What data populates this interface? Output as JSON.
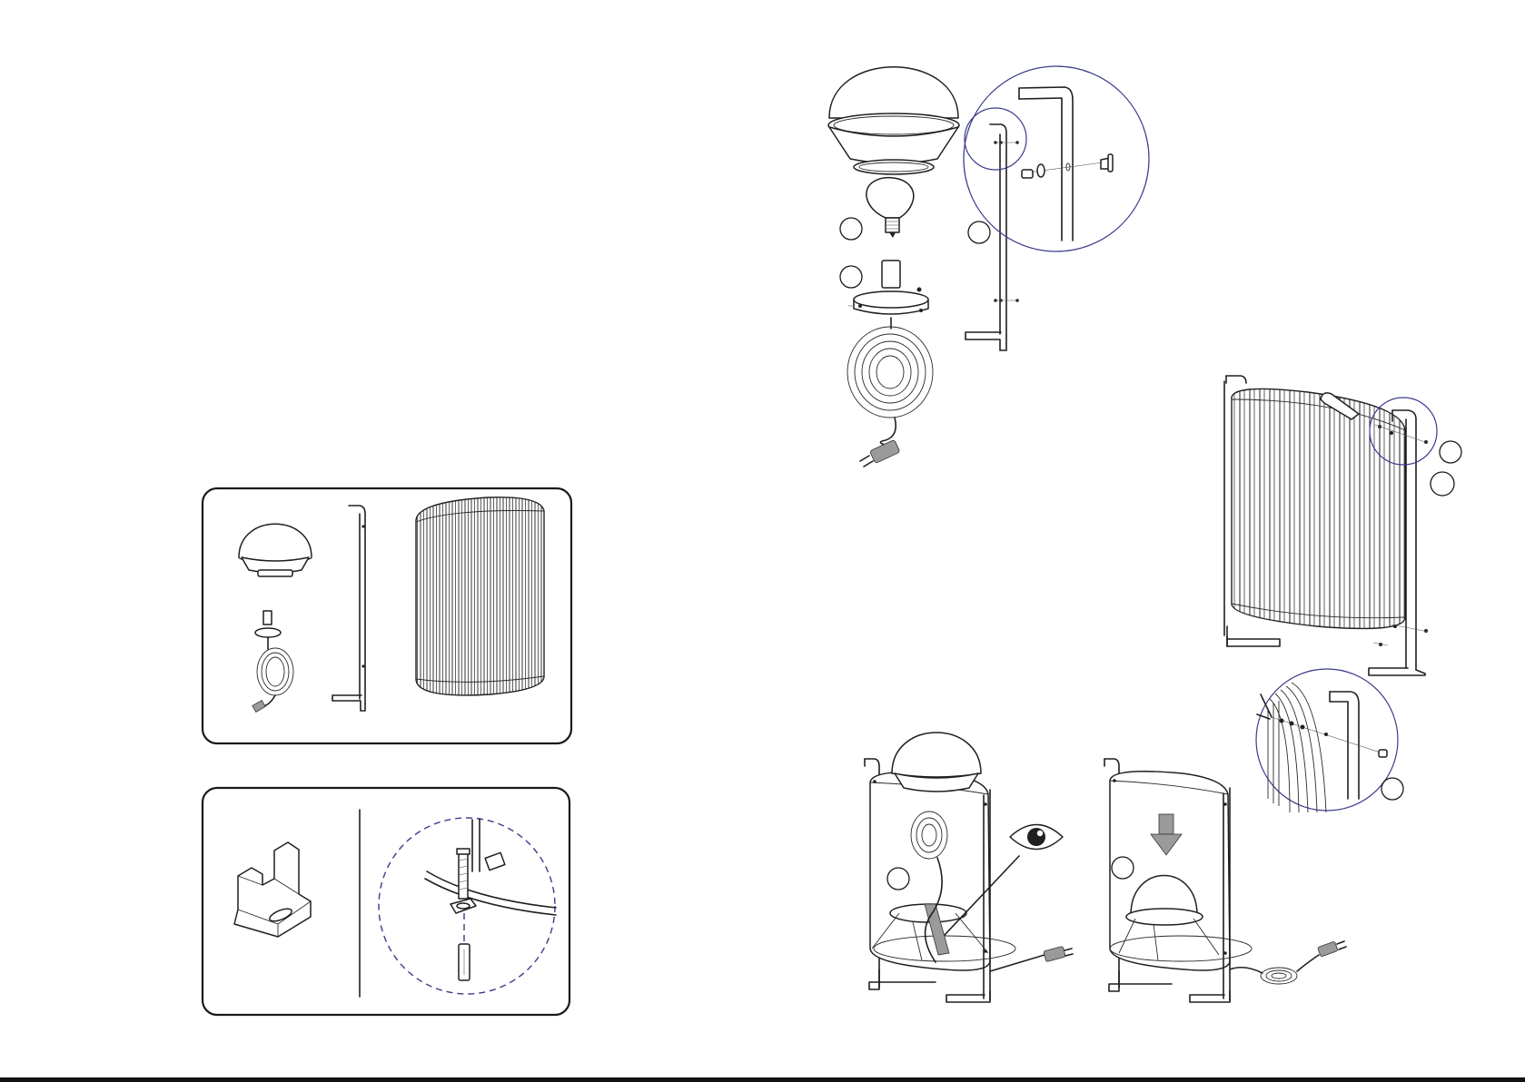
{
  "page": {
    "background": "#ffffff",
    "line_color": "#1f1f1f",
    "detail_circle_color": "#3a3a8c"
  },
  "parts_panel": {
    "items": [
      "lamp-shade",
      "frame-leg",
      "pleated-shade",
      "bulb-socket-cord"
    ]
  },
  "wall_bracket_panel": {
    "items": [
      "wall-bracket",
      "screw-and-wall-plug-detail"
    ]
  },
  "step_markers": [
    {
      "id": "step-1",
      "label": ""
    },
    {
      "id": "step-2",
      "label": ""
    },
    {
      "id": "step-3",
      "label": ""
    },
    {
      "id": "step-4",
      "label": ""
    },
    {
      "id": "step-5",
      "label": ""
    },
    {
      "id": "step-6",
      "label": ""
    },
    {
      "id": "step-7",
      "label": ""
    },
    {
      "id": "step-8",
      "label": ""
    }
  ],
  "icons": [
    "eye-icon",
    "down-arrow-icon",
    "plug-icon"
  ]
}
